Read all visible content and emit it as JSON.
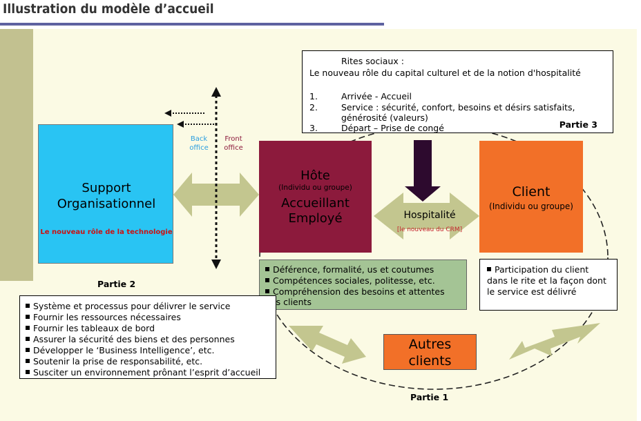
{
  "title": "Illustration du modèle d’accueil",
  "rites": {
    "heading": "Rites sociaux :",
    "subheading": "Le nouveau rôle du capital culturel et de la notion d'hospitalité",
    "items": [
      {
        "num": "1.",
        "text": "Arrivée - Accueil"
      },
      {
        "num": "2.",
        "text": "Service : sécurité, confort, besoins et désirs satisfaits, générosité (valeurs)"
      },
      {
        "num": "3.",
        "text": "Départ – Prise de congé"
      }
    ],
    "partie": "Partie 3"
  },
  "support": {
    "title_line1": "Support",
    "title_line2": "Organisationnel",
    "role": "Le nouveau rôle de la technologie",
    "partie": "Partie 2",
    "list": [
      "Système et processus pour délivrer le service",
      "Fournir les ressources nécessaires",
      "Fournir les tableaux de bord",
      "Assurer la sécurité des biens et des personnes",
      "Développer le ‘Business Intelligence’, etc.",
      "Soutenir la prise de responsabilité, etc.",
      "Susciter un environnement prônant l’esprit d’accueil"
    ]
  },
  "offices": {
    "back_line1": "Back",
    "back_line2": "office",
    "front_line1": "Front",
    "front_line2": "office"
  },
  "hote": {
    "title": "Hôte",
    "subtitle": "(Individu ou groupe)",
    "line1": "Accueillant",
    "line2": "Employé",
    "list": [
      "Déférence, formalité, us et coutumes",
      "Compétences sociales, politesse, etc.",
      "Compréhension des besoins et attentes des clients"
    ]
  },
  "hospitalite": {
    "label": "Hospitalité",
    "crm": "[le nouveau du CRM]"
  },
  "client": {
    "title": "Client",
    "subtitle": "(Individu ou groupe)",
    "list": [
      "Participation du client dans le rite et la façon dont le service est délivré"
    ]
  },
  "autres": {
    "line1": "Autres",
    "line2": "clients"
  },
  "partie1": "Partie 1",
  "colors": {
    "support": "#29c4f3",
    "hote": "#8c1a3c",
    "client": "#f27028",
    "arrow_green": "#c3c68f",
    "arrow_dark": "#2d0a2e",
    "list_green": "#a4c495",
    "title_rule": "#5e62a0"
  }
}
